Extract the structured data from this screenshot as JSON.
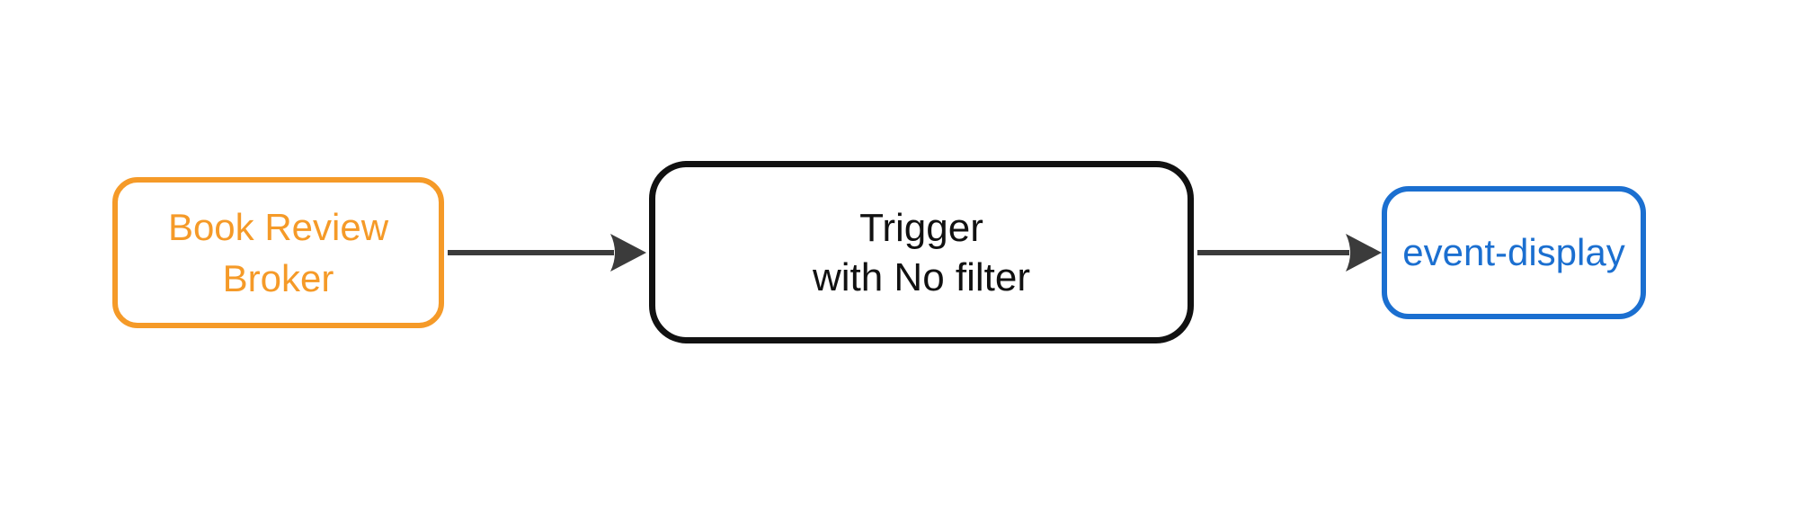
{
  "diagram": {
    "background_color": "#ffffff",
    "edge_color": "#3b3b3b",
    "nodes": {
      "broker": {
        "line1": "Book Review",
        "line2": "Broker",
        "color": "#f59a28"
      },
      "trigger": {
        "line1": "Trigger",
        "line2": "with No filter",
        "color": "#111111"
      },
      "display": {
        "line1": "event-display",
        "color": "#1b6fd0"
      }
    },
    "edges": [
      {
        "from": "broker",
        "to": "trigger"
      },
      {
        "from": "trigger",
        "to": "display"
      }
    ]
  }
}
